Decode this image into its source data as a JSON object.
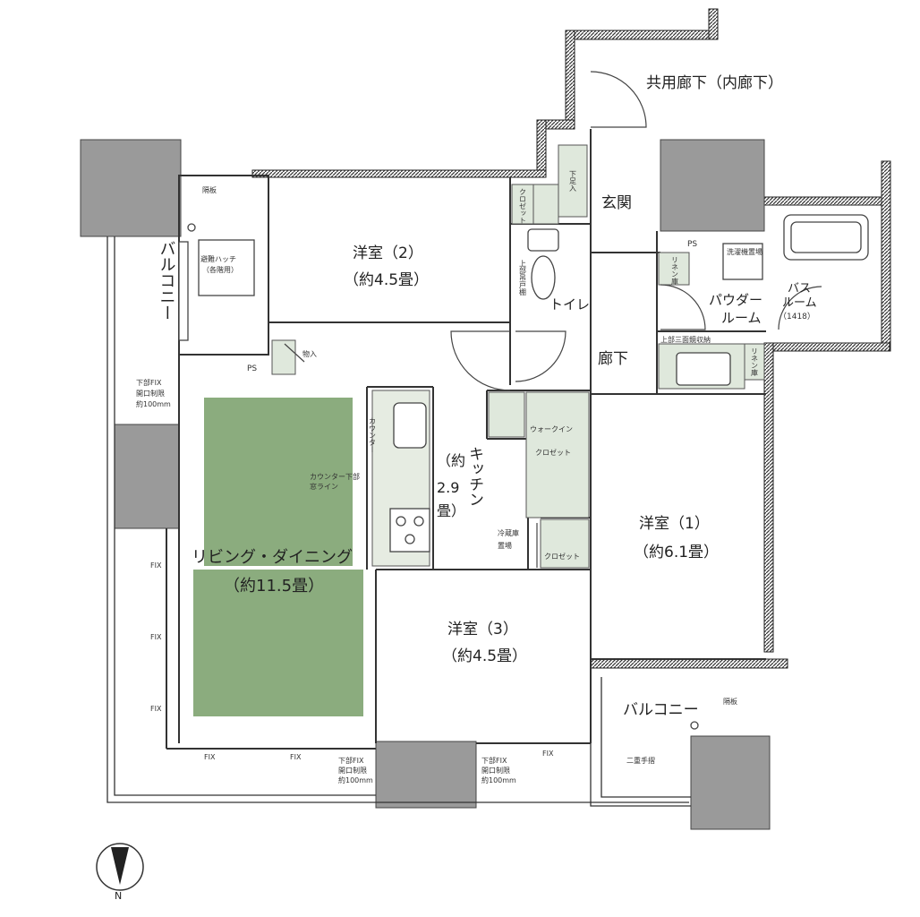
{
  "labels": {
    "corridor_shared": "共用廊下（内廊下）",
    "entrance": "玄関",
    "shoe_storage": "下足入",
    "closet": "クロゼット",
    "toilet": "トイレ",
    "upper_cabinet": "上部吊戸棚",
    "ps": "PS",
    "ps2": "PS",
    "laundry": "洗濯機置場",
    "linen": "リネン庫",
    "linen2": "リネン庫",
    "powder_room_1": "パウダー",
    "powder_room_2": "ルーム",
    "bath_1": "バス",
    "bath_2": "ルーム",
    "bath_size": "（1418）",
    "mirror_storage": "上部三面鏡収納",
    "hallway": "廊下",
    "western2_name": "洋室（2）",
    "western2_size": "（約4.5畳）",
    "balcony_left": "バルコニー",
    "hatch_1": "避難ハッチ",
    "hatch_2": "（各階用）",
    "partition": "隔板",
    "partition2": "隔板",
    "storage": "物入",
    "lower_fix_1": "下部FIX",
    "lower_fix_2": "開口制限",
    "lower_fix_3": "約100mm",
    "counter": "カウンター",
    "counter_lower_1": "カウンター下部",
    "counter_lower_2": "窓ライン",
    "kitchen_name": "キッチン",
    "kitchen_size_1": "（約",
    "kitchen_size_2": "2.9",
    "kitchen_size_3": "畳）",
    "walkin_1": "ウォークイン",
    "walkin_2": "クロゼット",
    "fridge_1": "冷蔵庫",
    "fridge_2": "置場",
    "closet3": "クロゼット",
    "living_name": "リビング・ダイニング",
    "living_size": "（約11.5畳）",
    "western1_name": "洋室（1）",
    "western1_size": "（約6.1畳）",
    "western3_name": "洋室（3）",
    "western3_size": "（約4.5畳）",
    "balcony_right": "バルコニー",
    "double_rail": "二重手摺",
    "fix": "FIX",
    "lower_fix_b1": "下部FIX",
    "lower_fix_b2": "開口制限",
    "lower_fix_b3": "約100mm",
    "lower_fix_c1": "下部FIX",
    "lower_fix_c2": "開口制限",
    "lower_fix_c3": "約100mm",
    "north": "N"
  },
  "colors": {
    "wall": "#222222",
    "hatch": "#555555",
    "column": "#9a9a9a",
    "storage_fill": "#dfe8dc",
    "living_green": "#8bac7e",
    "line": "#444444"
  }
}
